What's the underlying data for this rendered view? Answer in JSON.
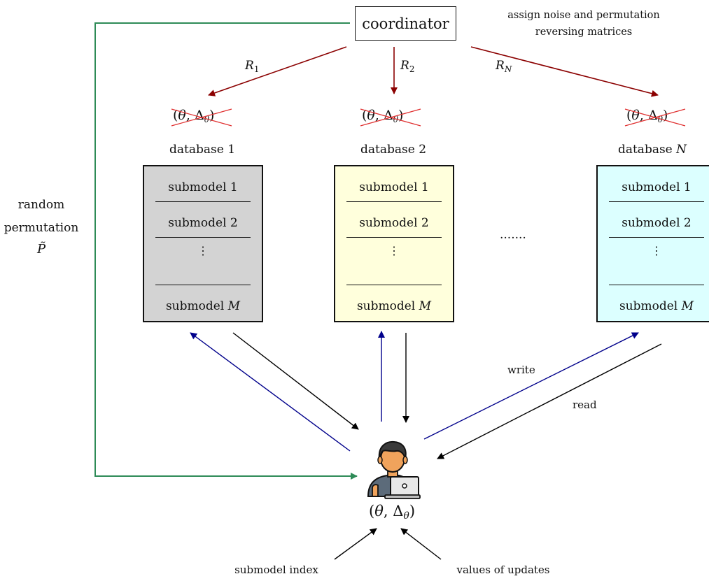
{
  "coordinator": {
    "label": "coordinator",
    "note_line1": "assign noise and permutation",
    "note_line2": "reversing matrices"
  },
  "channels": {
    "r1_base": "R",
    "r1_sub": "1",
    "r2_base": "R",
    "r2_sub": "2",
    "rn_base": "R",
    "rn_sub": "N"
  },
  "crossed_tuple": {
    "open": "(",
    "theta": "θ",
    "comma": ", ",
    "delta": "Δ",
    "delta_sub": "θ",
    "close": ")"
  },
  "databases": [
    {
      "name_prefix": "database ",
      "name_index": "1",
      "index_italic": false,
      "fill": "#d3d3d3",
      "rows": {
        "r1": "submodel 1",
        "r2": "submodel 2",
        "last_prefix": "submodel ",
        "last_index": "M"
      }
    },
    {
      "name_prefix": "database ",
      "name_index": "2",
      "index_italic": false,
      "fill": "#ffffdc",
      "rows": {
        "r1": "submodel 1",
        "r2": "submodel 2",
        "last_prefix": "submodel ",
        "last_index": "M"
      }
    },
    {
      "name_prefix": "database ",
      "name_index": "N",
      "index_italic": true,
      "fill": "#dcffff",
      "rows": {
        "r1": "submodel 1",
        "r2": "submodel 2",
        "last_prefix": "submodel ",
        "last_index": "M"
      }
    }
  ],
  "ellipsis": ".......",
  "vertical_dots": "⋮",
  "permutation": {
    "line1": "random",
    "line2": "permutation",
    "symbol": "P̃"
  },
  "arrows": {
    "write_label": "write",
    "read_label": "read"
  },
  "user": {
    "icon": "user-with-laptop-icon",
    "tuple_open": "(",
    "theta": "θ",
    "comma": ", ",
    "delta": "Δ",
    "delta_sub": "θ",
    "close": ")"
  },
  "inputs": {
    "submodel_index": "submodel index",
    "values_of_updates": "values of updates"
  },
  "colors": {
    "coordinator_arrows": "#8b0000",
    "write_arrows": "#00008b",
    "read_arrows": "#000000",
    "permutation_line": "#2e8b57",
    "cross_out": "#e03030"
  }
}
